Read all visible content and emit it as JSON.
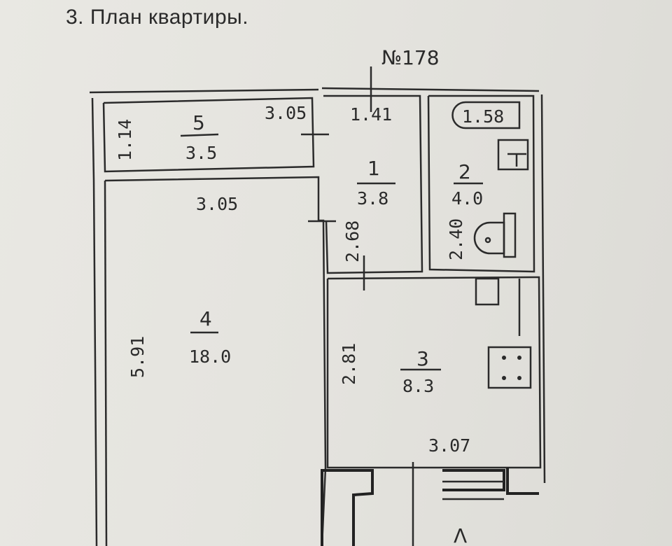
{
  "title": "3.   План квартиры.",
  "plan_number": "№178",
  "rooms": [
    {
      "number": "1",
      "area": "3.8",
      "width": "1.41",
      "length": "2.68"
    },
    {
      "number": "2",
      "area": "4.0",
      "width": "1.58",
      "length": "2.40"
    },
    {
      "number": "3",
      "area": "8.3",
      "width": "3.07",
      "length": "2.81"
    },
    {
      "number": "4",
      "area": "18.0",
      "width": "3.05",
      "length": "5.91"
    },
    {
      "number": "5",
      "area": "3.5",
      "width": "3.05",
      "length": "1.14"
    }
  ],
  "entrance_mark": "Λ"
}
